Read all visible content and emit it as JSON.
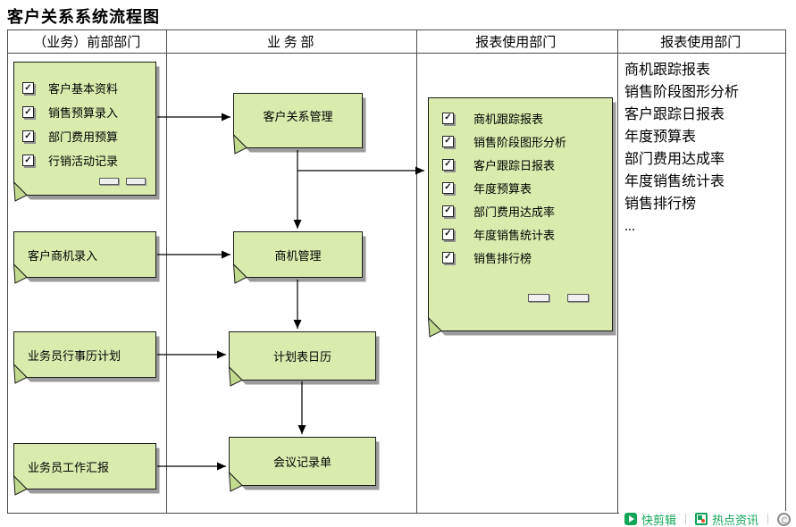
{
  "title": "客户关系系统流程图",
  "columns": [
    "（业务）前部部门",
    "业 务 部",
    "报表使用部门",
    "报表使用部门"
  ],
  "front_dept": {
    "input_doc_items": [
      "客户基本资料",
      "销售预算录入",
      "部门费用预算",
      "行销活动记录"
    ],
    "docs": [
      "客户商机录入",
      "业务员行事历计划",
      "业务员工作汇报"
    ]
  },
  "business_dept": {
    "boxes": [
      "客户关系管理",
      "商机管理",
      "计划表日历",
      "会议记录单"
    ]
  },
  "report_doc_items": [
    "商机跟踪报表",
    "销售阶段图形分析",
    "客户跟踪日报表",
    "年度预算表",
    "部门费用达成率",
    "年度销售统计表",
    "销售排行榜"
  ],
  "report_list_items": [
    "商机跟踪报表",
    "销售阶段图形分析",
    "客户跟踪日报表",
    "年度预算表",
    "部门费用达成率",
    "年度销售统计表",
    "销售排行榜",
    "..."
  ],
  "taskbar": {
    "quick_clip_label": "快剪辑",
    "hot_news_label": "热点资讯"
  },
  "colors": {
    "shape_fill": "#d9ecae",
    "shape_fold": "#c2da8e",
    "shadow": "#9b9b9b",
    "accent_green": "#0fa658",
    "line": "#000000"
  }
}
